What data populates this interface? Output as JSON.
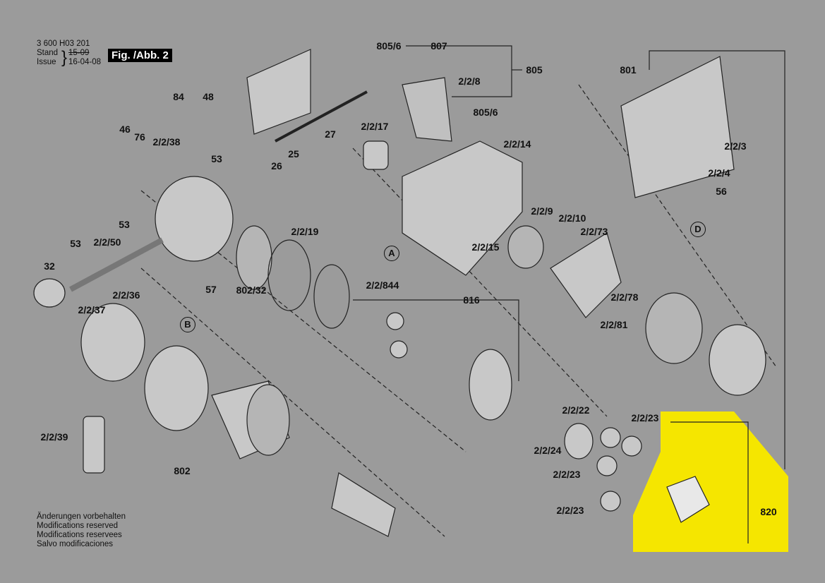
{
  "header": {
    "part_number": "3 600 H03 201",
    "stand_label": "Stand",
    "stand_value": "15-09",
    "issue_label": "Issue",
    "issue_value": "16-04-08",
    "figure": "Fig. /Abb. 2"
  },
  "notes": [
    "Änderungen vorbehalten",
    "Modifications reserved",
    "Modifications reservees",
    "Salvo modificaciones"
  ],
  "highlight_color": "#f5e600",
  "labels": [
    "805/6",
    "807",
    "805",
    "2/2/8",
    "805/6",
    "801",
    "84",
    "48",
    "46",
    "76",
    "27",
    "2/2/38",
    "25",
    "53",
    "26",
    "2/2/17",
    "2/2/14",
    "2/2/3",
    "2/2/4",
    "56",
    "53",
    "2/2/19",
    "2/2/9",
    "2/2/10",
    "2/2/73",
    "53",
    "2/2/50",
    "2/2/15",
    "32",
    "57",
    "802/32",
    "816",
    "2/2/78",
    "2/2/844",
    "2/2/36",
    "2/2/37",
    "2/2/81",
    "2/2/22",
    "2/2/23",
    "2/2/24",
    "2/2/39",
    "802",
    "2/2/23",
    "2/2/23",
    "820"
  ],
  "markers": [
    "A",
    "B",
    "D"
  ]
}
